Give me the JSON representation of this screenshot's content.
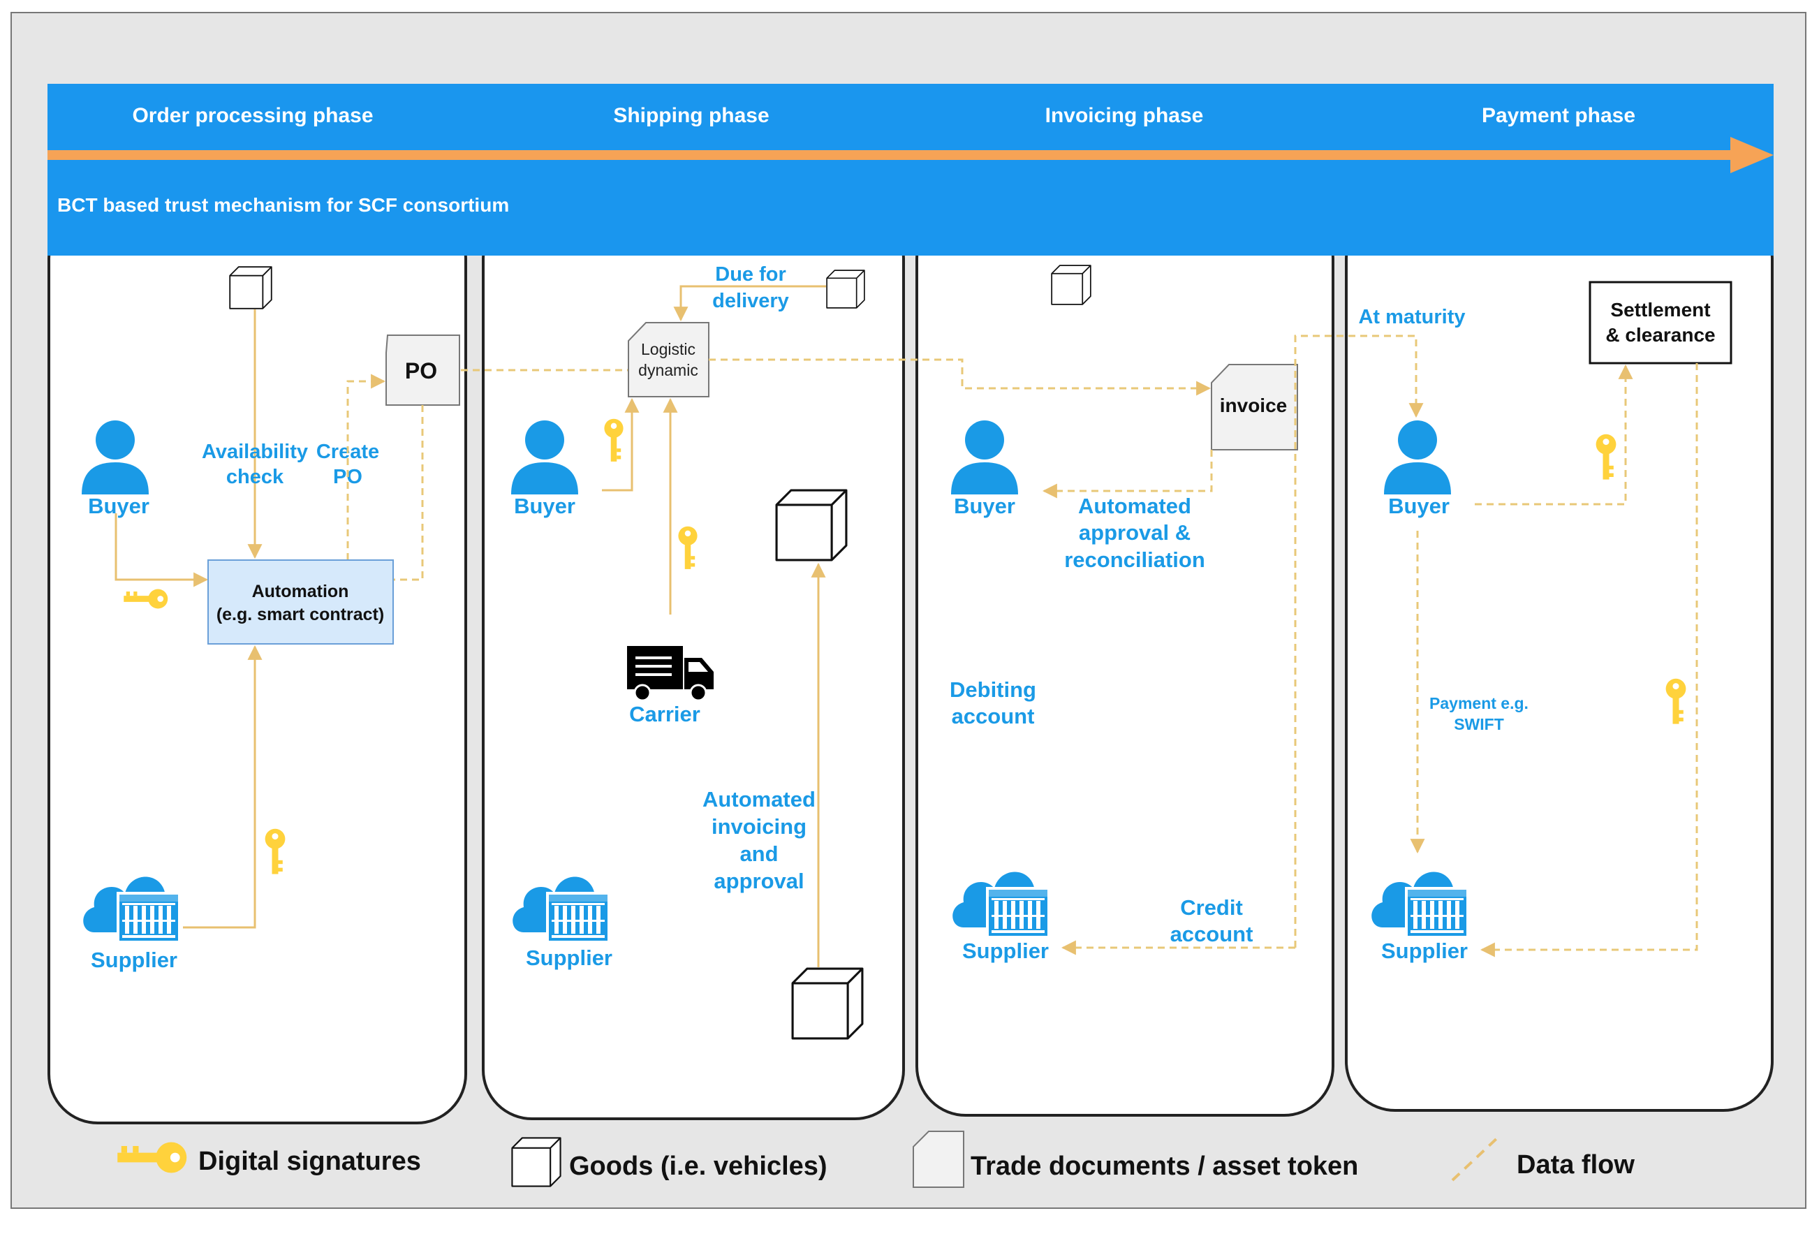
{
  "header": {
    "phases": [
      "Order processing phase",
      "Shipping phase",
      "Invoicing phase",
      "Payment phase"
    ],
    "subtitle": "BCT based trust mechanism for SCF consortium"
  },
  "lane1": {
    "buyer": "Buyer",
    "supplier": "Supplier",
    "availability_check": [
      "Availability",
      "check"
    ],
    "create_po": [
      "Create",
      "PO"
    ],
    "po_doc": "PO",
    "automation": [
      "Automation",
      "(e.g. smart contract)"
    ]
  },
  "lane2": {
    "due_for_delivery": [
      "Due for",
      "delivery"
    ],
    "logistic_dynamic": [
      "Logistic",
      "dynamic"
    ],
    "buyer": "Buyer",
    "carrier": "Carrier",
    "automated_invoicing": [
      "Automated",
      "invoicing",
      "and",
      "approval"
    ],
    "supplier": "Supplier"
  },
  "lane3": {
    "invoice_doc": "invoice",
    "buyer": "Buyer",
    "automated_approval": [
      "Automated",
      "approval &",
      "reconciliation"
    ],
    "debiting_account": [
      "Debiting",
      "account"
    ],
    "credit_account": [
      "Credit",
      "account"
    ],
    "supplier": "Supplier"
  },
  "lane4": {
    "at_maturity": "At maturity",
    "settlement": [
      "Settlement",
      "& clearance"
    ],
    "buyer": "Buyer",
    "payment": [
      "Payment e.g.",
      "SWIFT"
    ],
    "supplier": "Supplier"
  },
  "legend": {
    "digital_signatures": "Digital signatures",
    "goods": "Goods (i.e. vehicles)",
    "trade_documents": "Trade documents / asset token",
    "data_flow": "Data flow"
  },
  "colors": {
    "band": "#1a96ee",
    "label_blue": "#1a9ae6",
    "flow_arrow": "#f6a356",
    "data_flow": "#e8c878",
    "key": "#ffd23c",
    "automation_fill": "#d6e9fb",
    "background": "#e6e6e6"
  },
  "icons": {
    "person": "person-icon",
    "supplier": "cloud-building-icon",
    "key": "key-icon",
    "cube": "cube-icon",
    "document": "document-icon",
    "truck": "truck-icon"
  }
}
